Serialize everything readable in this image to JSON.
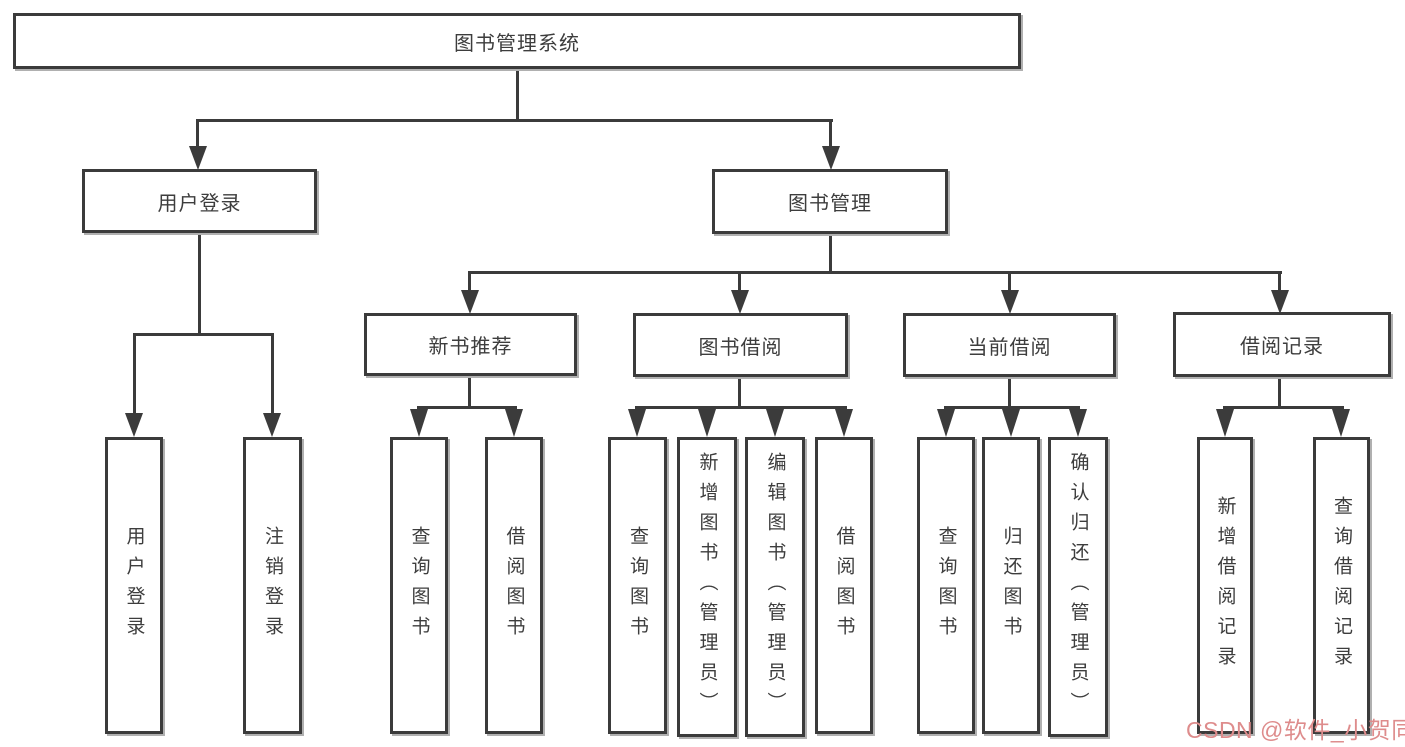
{
  "colors": {
    "line": "#3b3b3b",
    "box_border": "#3b3b3b",
    "text": "#3d3d3d",
    "shadow": "#b0b0b0",
    "background": "#ffffff",
    "watermark": "#de8c8c"
  },
  "watermark": {
    "text": "CSDN @软件_小贺同学"
  },
  "tree": {
    "root": {
      "label": "图书管理系统"
    },
    "branches": [
      {
        "label": "用户登录",
        "children": [
          {
            "label": "用户登录"
          },
          {
            "label": "注销登录"
          }
        ]
      },
      {
        "label": "图书管理",
        "groups": [
          {
            "label": "新书推荐",
            "children": [
              {
                "label": "查询图书"
              },
              {
                "label": "借阅图书"
              }
            ]
          },
          {
            "label": "图书借阅",
            "children": [
              {
                "label": "查询图书"
              },
              {
                "label": "新增图书（管理员）"
              },
              {
                "label": "编辑图书（管理员）"
              },
              {
                "label": "借阅图书"
              }
            ]
          },
          {
            "label": "当前借阅",
            "children": [
              {
                "label": "查询图书"
              },
              {
                "label": "归还图书"
              },
              {
                "label": "确认归还（管理员）"
              }
            ]
          },
          {
            "label": "借阅记录",
            "children": [
              {
                "label": "新增借阅记录"
              },
              {
                "label": "查询借阅记录"
              }
            ]
          }
        ]
      }
    ]
  }
}
